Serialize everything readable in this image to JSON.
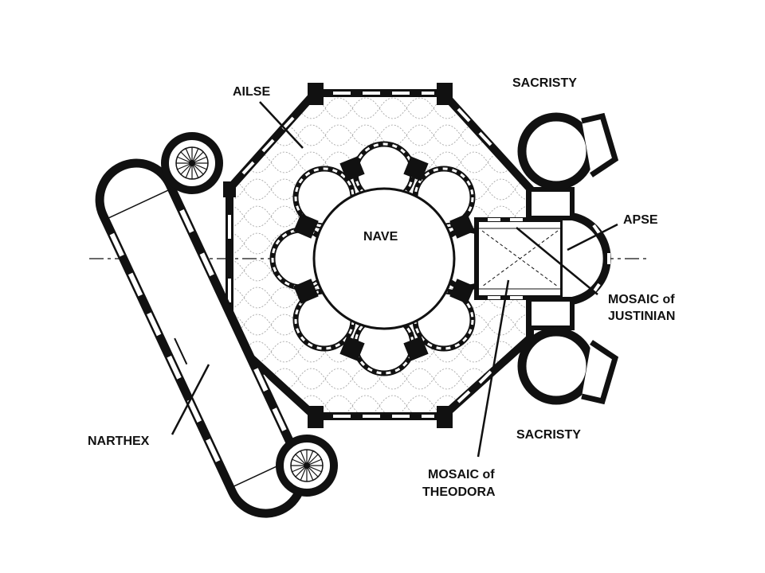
{
  "diagram": {
    "colors": {
      "ink": "#111111",
      "paper": "#ffffff",
      "vault": "#9a9a9a"
    },
    "labels": {
      "ailse": "AILSE",
      "sacristy_top": "SACRISTY",
      "apse": "APSE",
      "nave": "NAVE",
      "mosaic_justinian_line1": "MOSAIC of",
      "mosaic_justinian_line2": "JUSTINIAN",
      "sacristy_bottom": "SACRISTY",
      "narthex": "NARTHEX",
      "mosaic_theodora_line1": "MOSAIC of",
      "mosaic_theodora_line2": "THEODORA"
    }
  }
}
